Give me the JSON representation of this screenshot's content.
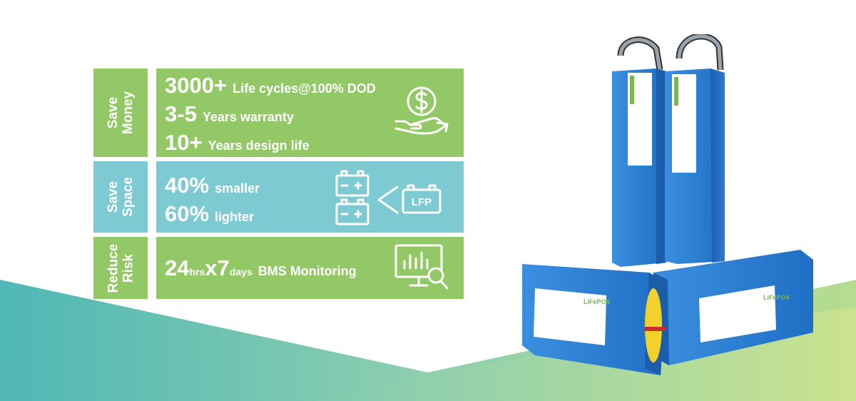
{
  "save_money": {
    "side_label_line1": "Save",
    "side_label_line2": "Money",
    "lines": [
      {
        "big": "3000+",
        "small": "Life cycles@100% DOD"
      },
      {
        "big": "3-5",
        "small": "Years warranty"
      },
      {
        "big": "10+",
        "small": "Years design life"
      }
    ],
    "icon": "money-hand-icon"
  },
  "save_space": {
    "side_label_line1": "Save",
    "side_label_line2": "Space",
    "lines": [
      {
        "big": "40%",
        "small": "smaller"
      },
      {
        "big": "60%",
        "small": "lighter"
      }
    ],
    "icon_label": "LFP",
    "icon": "battery-compare-icon"
  },
  "reduce_risk": {
    "side_label_line1": "Reduce",
    "side_label_line2": "Risk",
    "part1_big": "24",
    "part1_sub": "hrs",
    "part2_big": "x7",
    "part2_sub": "days",
    "tail": "BMS Monitoring",
    "icon": "monitor-chart-icon"
  },
  "product": {
    "label_brand": "",
    "label_chem": "LiFePO4"
  },
  "colors": {
    "green": "#92c865",
    "blue": "#7dcad3",
    "battery_blue": "#2b7fd0",
    "teal_wave": "#4fb8b3"
  }
}
